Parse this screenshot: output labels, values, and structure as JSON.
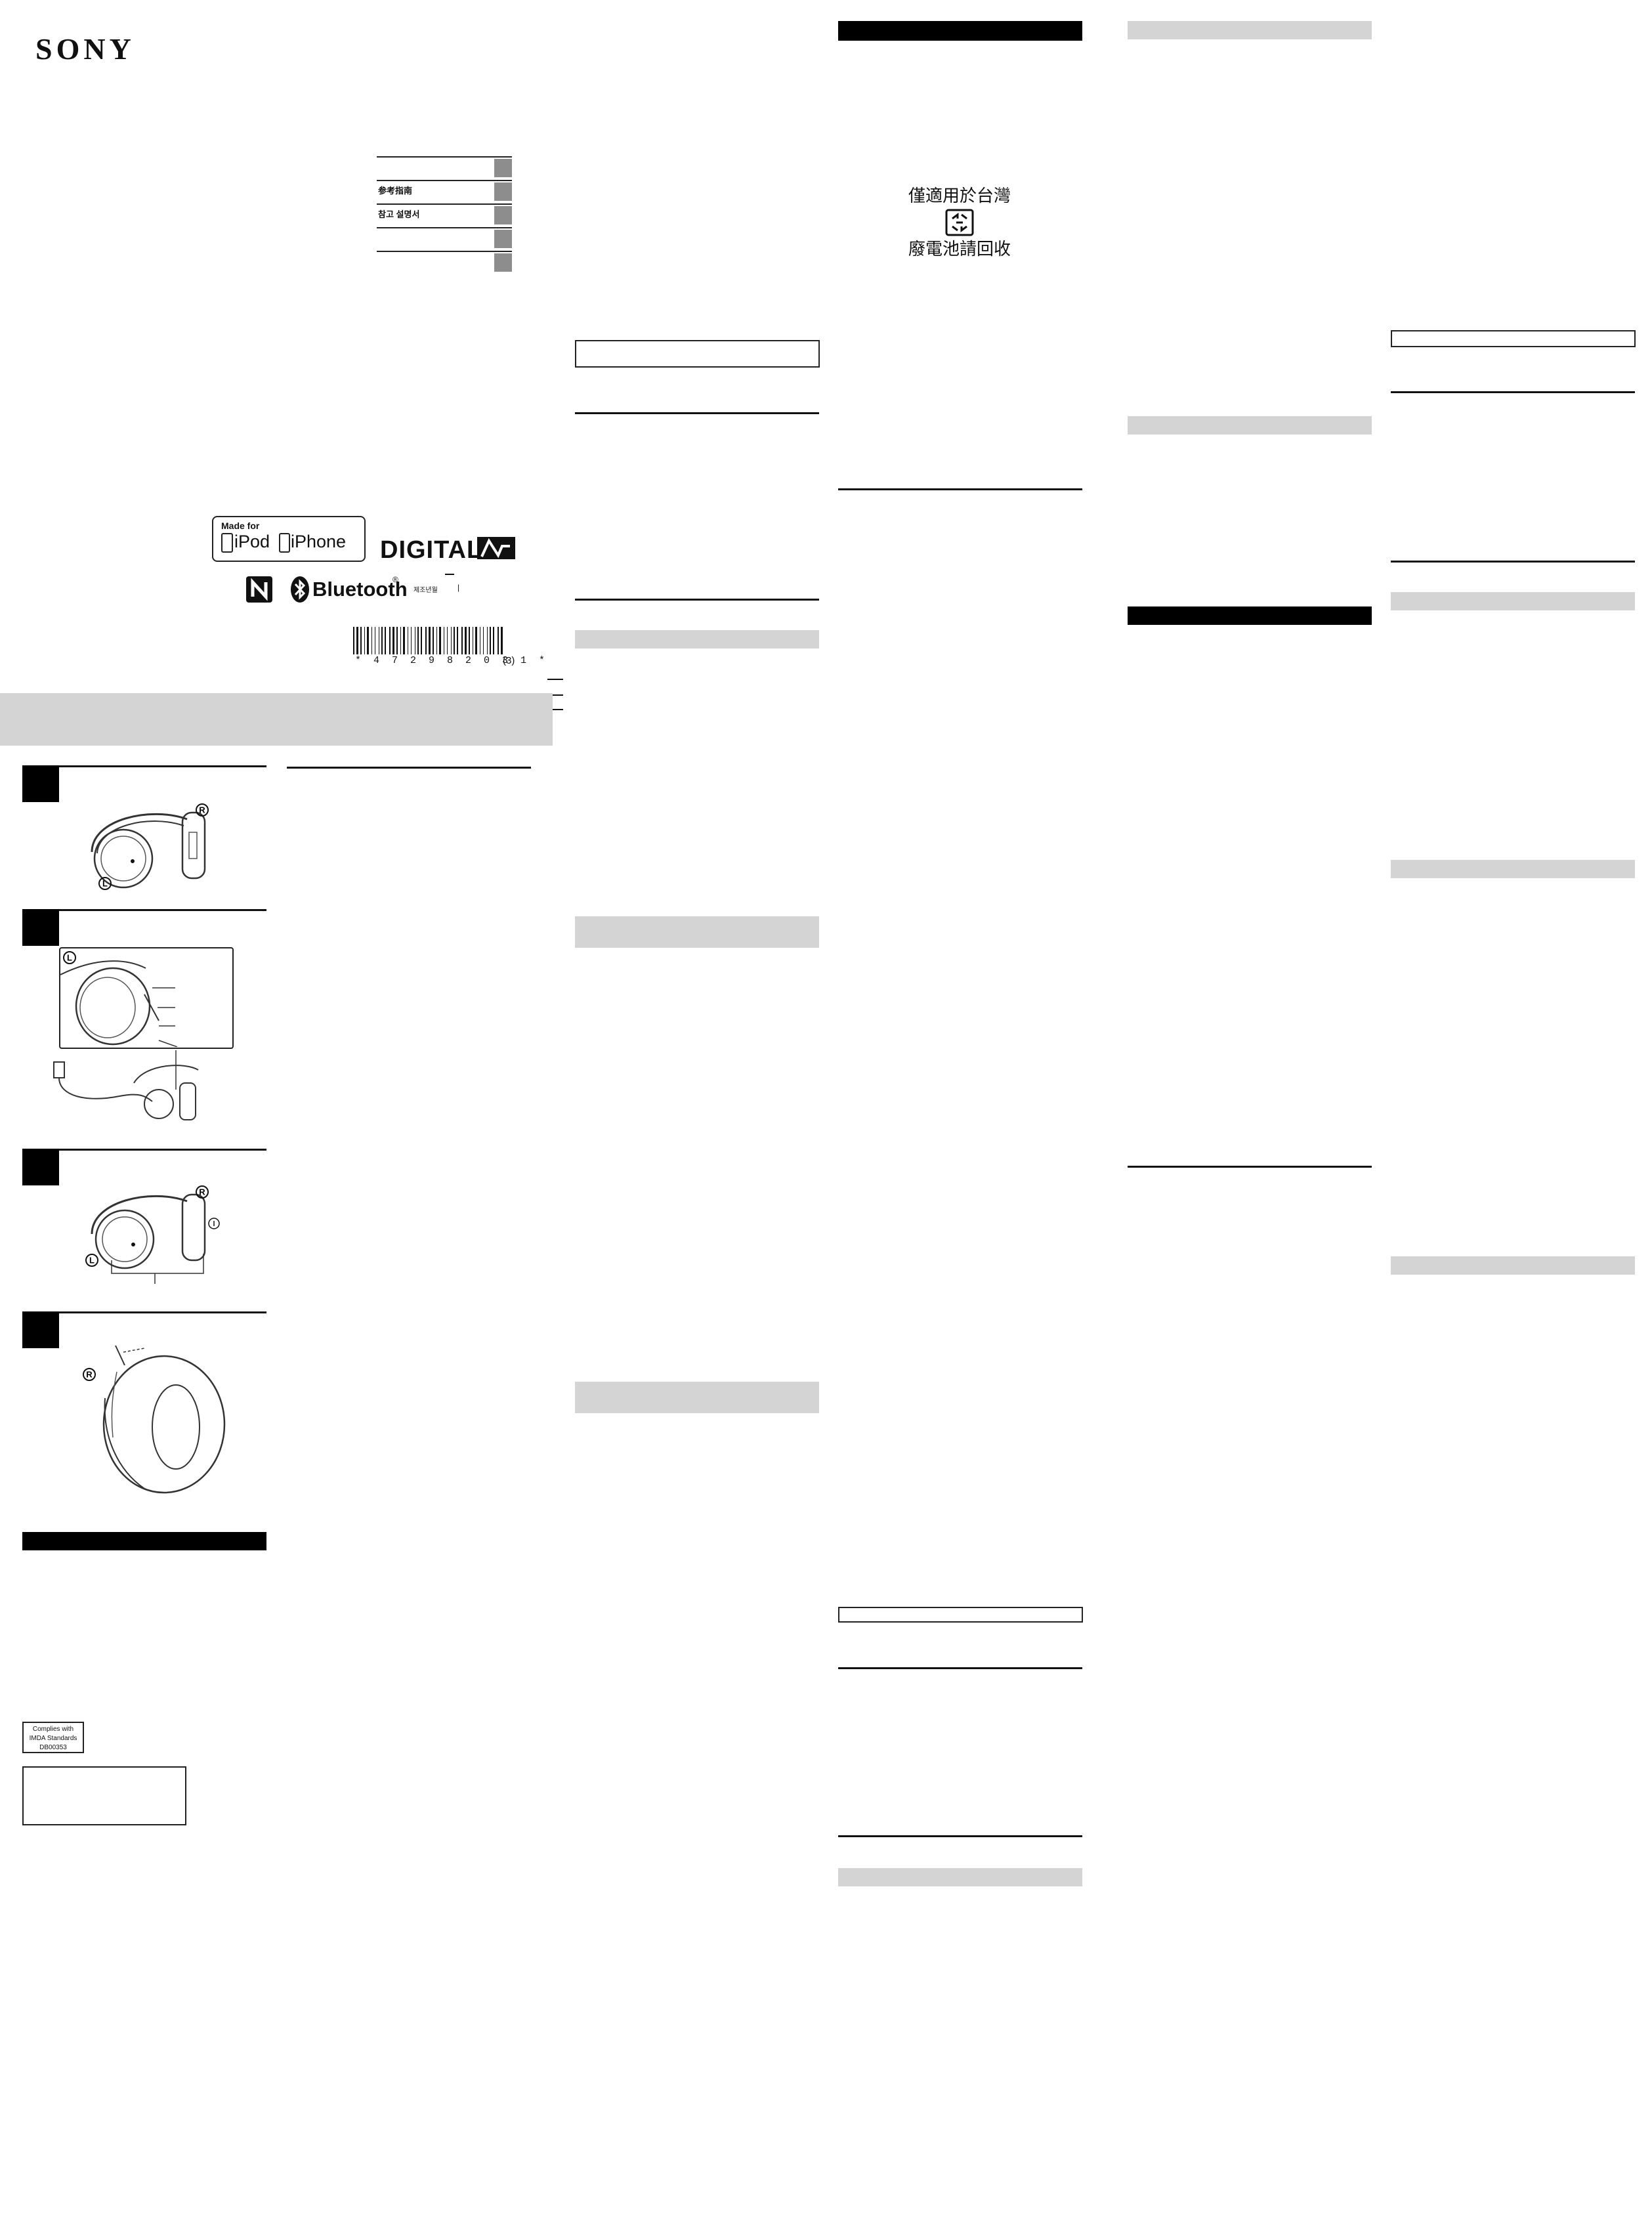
{
  "header": {
    "brand": "SONY"
  },
  "language_index": [
    {
      "label": ""
    },
    {
      "label": "参考指南"
    },
    {
      "label": "참고 설명서"
    },
    {
      "label": ""
    },
    {
      "label": ""
    }
  ],
  "logos": {
    "made_for": "Made for",
    "ipod": "iPod",
    "iphone": "iPhone",
    "digital_nc": "DIGITAL NC",
    "nfc_icon": "n-mark-icon",
    "bluetooth": "Bluetooth",
    "bluetooth_mark": "®",
    "korean_note": "제조년월",
    "korean_sep": "|"
  },
  "barcode": {
    "digits": "* 4 7 2 9 8 2 0 3 1 *",
    "revision": "(3)"
  },
  "figures": {
    "right_marker": "R",
    "left_marker": "L"
  },
  "taiwan_notice": {
    "line1": "僅適用於台灣",
    "line2": "廢電池請回收",
    "icon": "battery-recycle-icon"
  },
  "compliance": {
    "imda_line1": "Complies with",
    "imda_line2": "IMDA Standards",
    "imda_line3": "DB00353"
  },
  "colors": {
    "section_gray": "#d4d4d4",
    "language_square": "#8d8d8d",
    "black": "#000000"
  }
}
